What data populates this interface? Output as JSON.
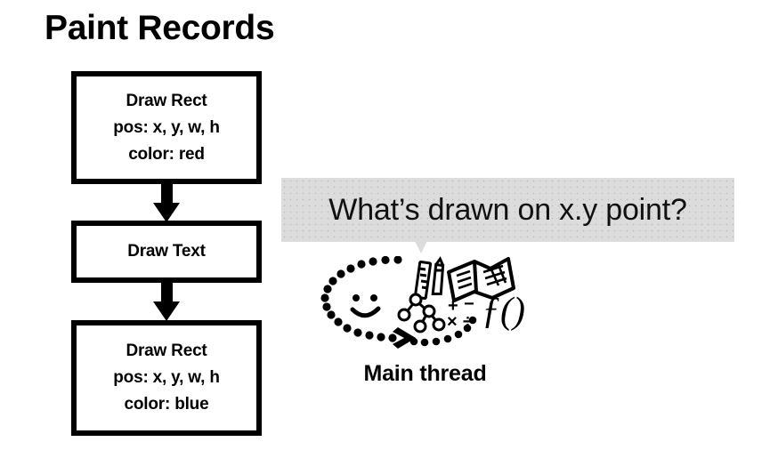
{
  "slide": {
    "title": "Paint Records",
    "background_color": "#ffffff",
    "ink_color": "#000000"
  },
  "paint_records": {
    "boxes": [
      {
        "name": "draw-rect-red",
        "title": "Draw Rect",
        "pos": "pos: x, y, w, h",
        "color": "color: red"
      },
      {
        "name": "draw-text",
        "title": "Draw Text",
        "pos": "",
        "color": ""
      },
      {
        "name": "draw-rect-blue",
        "title": "Draw Rect",
        "pos": "pos: x, y, w, h",
        "color": "color: blue"
      }
    ]
  },
  "speech_bubble": {
    "text": "What’s drawn on x.y point?",
    "background_color": "#dcdcdc",
    "text_color": "#111111"
  },
  "main_thread": {
    "label": "Main thread",
    "icons": [
      "smiley-face-icon",
      "ruler-icon",
      "pencil-icon",
      "open-book-icon",
      "tree-diagram-icon",
      "math-symbols-icon",
      "function-notation-icon"
    ],
    "math_symbols": {
      "plus": "+",
      "minus": "−",
      "times": "×",
      "divide": "÷"
    },
    "function_notation": "ƒ()"
  }
}
